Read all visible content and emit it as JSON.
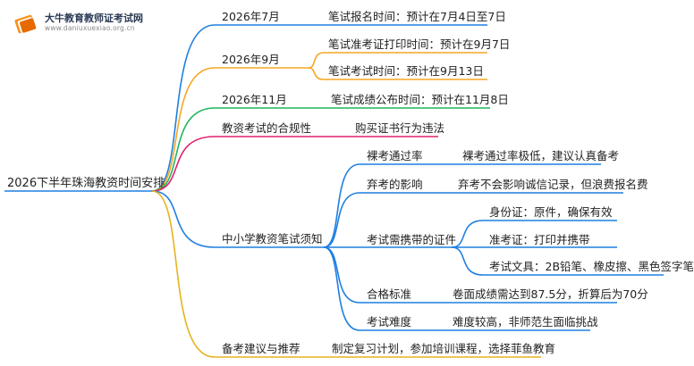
{
  "brand": {
    "title": "大牛教育教师证考试网",
    "url": "www.daniuxuexiao.org.cn",
    "colors": {
      "book": "#f7931e",
      "book_dark": "#e66a00"
    }
  },
  "root": "2026下半年珠海教资时间安排",
  "colors": {
    "blue": "#1f7fe0",
    "orange": "#f5a623",
    "green": "#1fb65f",
    "pink": "#e0206e",
    "gold": "#e6b31e"
  },
  "branches": [
    {
      "label": "2026年7月",
      "color": "blue",
      "children": [
        {
          "label": "笔试报名时间：预计在7月4日至7日"
        }
      ]
    },
    {
      "label": "2026年9月",
      "color": "orange",
      "children": [
        {
          "label": "笔试准考证打印时间：预计在9月7日"
        },
        {
          "label": "笔试考试时间：预计在9月13日"
        }
      ]
    },
    {
      "label": "2026年11月",
      "color": "green",
      "children": [
        {
          "label": "笔试成绩公布时间：预计在11月8日"
        }
      ]
    },
    {
      "label": "教资考试的合规性",
      "color": "pink",
      "children": [
        {
          "label": "购买证书行为违法"
        }
      ]
    },
    {
      "label": "中小学教资笔试须知",
      "color": "blue",
      "children": [
        {
          "label": "裸考通过率",
          "children": [
            {
              "label": "裸考通过率极低，建议认真备考"
            }
          ]
        },
        {
          "label": "弃考的影响",
          "children": [
            {
              "label": "弃考不会影响诚信记录，但浪费报名费"
            }
          ]
        },
        {
          "label": "考试需携带的证件",
          "children": [
            {
              "label": "身份证：原件，确保有效"
            },
            {
              "label": "准考证：打印并携带"
            },
            {
              "label": "考试文具：2B铅笔、橡皮擦、黑色签字笔"
            }
          ]
        },
        {
          "label": "合格标准",
          "children": [
            {
              "label": "卷面成绩需达到87.5分，折算后为70分"
            }
          ]
        },
        {
          "label": "考试难度",
          "children": [
            {
              "label": "难度较高，非师范生面临挑战"
            }
          ]
        }
      ]
    },
    {
      "label": "备考建议与推荐",
      "color": "gold",
      "children": [
        {
          "label": "制定复习计划，参加培训课程，选择菲鱼教育"
        }
      ]
    }
  ]
}
